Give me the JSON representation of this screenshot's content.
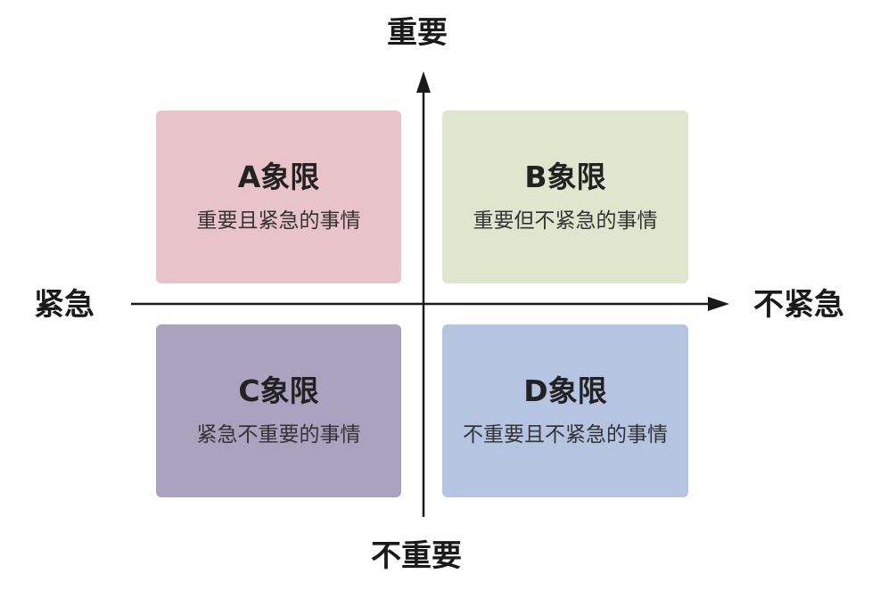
{
  "axes": {
    "top": "重要",
    "bottom": "不重要",
    "left": "紧急",
    "right": "不紧急"
  },
  "quadrants": [
    {
      "title": "A象限",
      "description": "重要且紧急的事情",
      "color": "#e8c3c9"
    },
    {
      "title": "B象限",
      "description": "重要但不紧急的事情",
      "color": "#dfe6cd"
    },
    {
      "title": "C象限",
      "description": "紧急不重要的事情",
      "color": "#aaa2be"
    },
    {
      "title": "D象限",
      "description": "不重要且不紧急的事情",
      "color": "#b5c4e0"
    }
  ]
}
